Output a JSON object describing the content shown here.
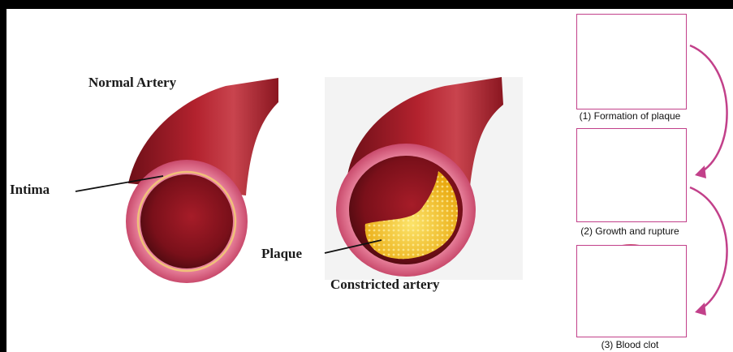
{
  "labels": {
    "normal_artery": "Normal Artery",
    "intima": "Intima",
    "plaque": "Plaque",
    "constricted_artery": "Constricted artery"
  },
  "stages": [
    {
      "caption": "(1) Formation of plaque"
    },
    {
      "caption": "(2) Growth and rupture"
    },
    {
      "caption": "(3) Blood clot"
    }
  ],
  "colors": {
    "artery_dark": "#8e1620",
    "artery_mid": "#b5242f",
    "wall_pink": "#e06a8a",
    "plaque_yellow": "#f2c21e",
    "box_border": "#c2408a",
    "arrow": "#c2408a"
  }
}
